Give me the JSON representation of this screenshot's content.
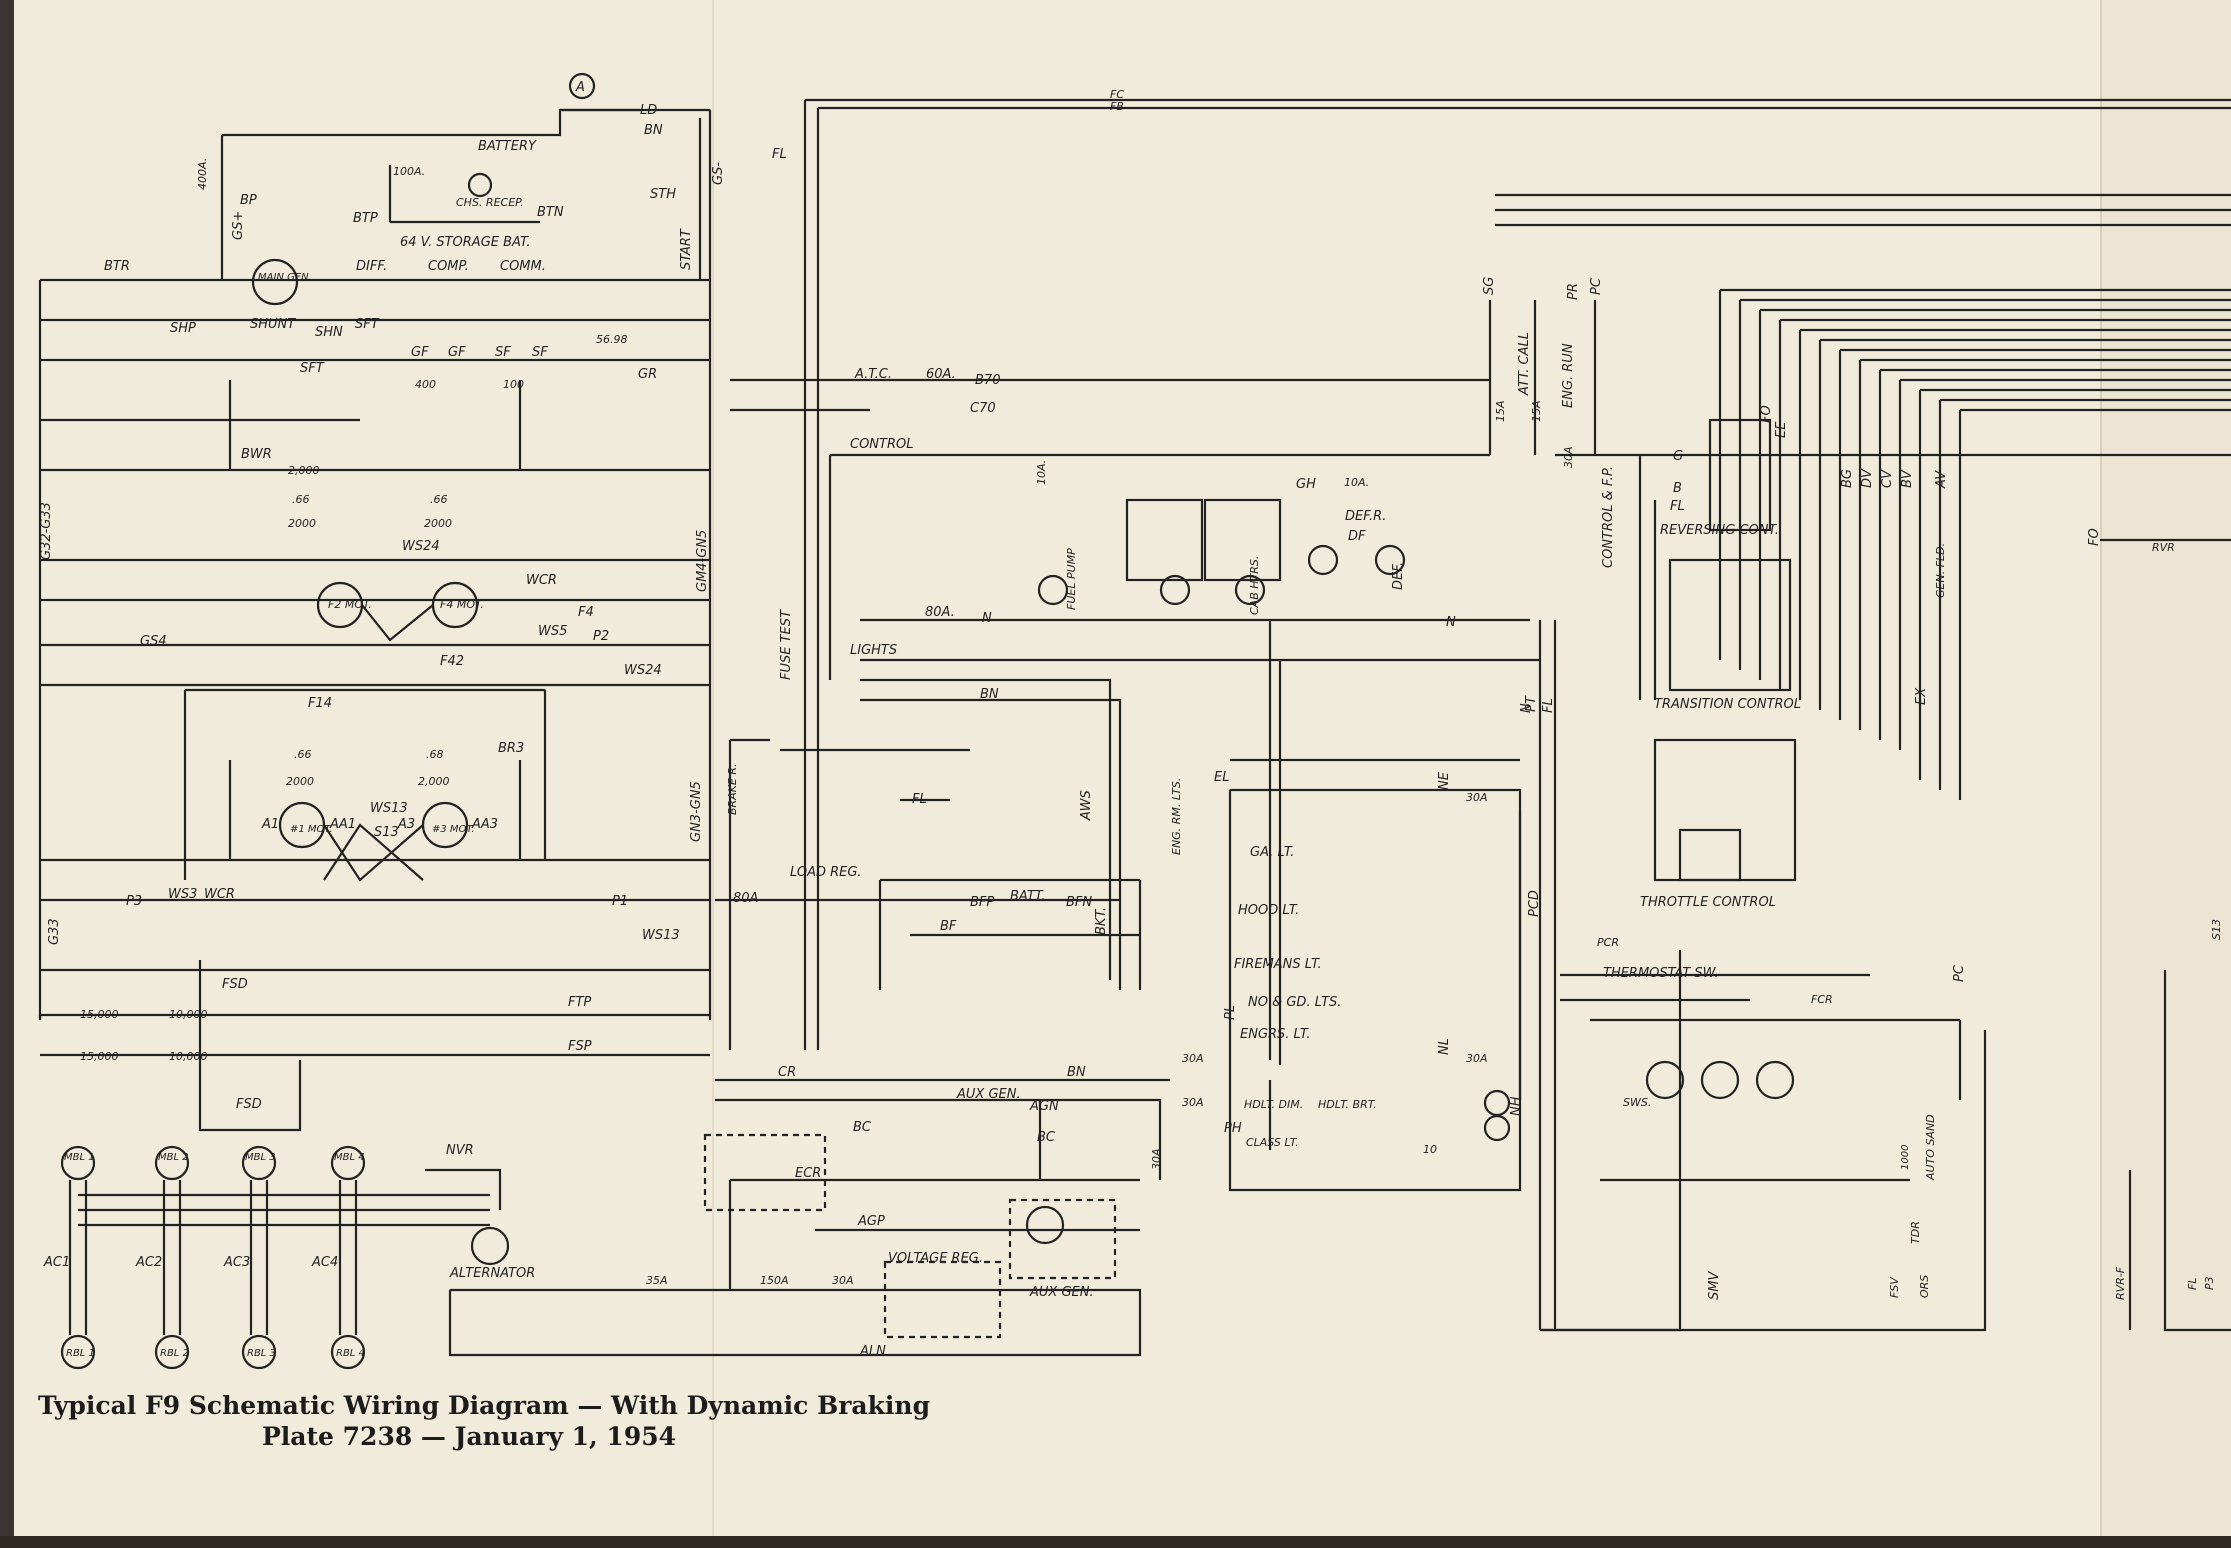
{
  "caption": {
    "title": "Typical F9 Schematic Wiring Diagram — With Dynamic Braking",
    "plate": "Plate 7238  —  January 1, 1954"
  },
  "labels": {
    "ammeter": "A",
    "ld": "LD",
    "bn_top": "BN",
    "battery": "BATTERY",
    "ehs_recep": "CHS. RECEP.",
    "btn": "BTN",
    "btp": "BTP",
    "storage_bat": "64 V. STORAGE BAT.",
    "r100a": "100A.",
    "r400a": "400A.",
    "bp": "BP",
    "gs_plus": "GS+",
    "sth": "STH",
    "start": "START",
    "gs_minus": "GS-",
    "btr": "BTR",
    "main_gen": "MAIN GEN.",
    "diff": "DIFF.",
    "comp": "COMP.",
    "comm": "COMM.",
    "shunt": "SHUNT",
    "shp": "SHP",
    "shn": "SHN",
    "sft_a": "SFT",
    "sft_b": "SFT",
    "gf1": "GF",
    "gf2": "GF",
    "sf1": "SF",
    "sf2": "SF",
    "r5698": "56.98",
    "r400": "400",
    "r100": "100",
    "gr": "GR",
    "bwr": "BWR",
    "r2000a": "2,000",
    "r66a": ".66",
    "r66b": ".66",
    "r2000b": "2000",
    "r2000c": "2000",
    "ws24": "WS24",
    "f2mot": "F2 MOT.",
    "f4mot": "F4 MOT.",
    "wcr": "WCR",
    "ws5": "WS5",
    "f4": "F4",
    "p2": "P2",
    "ws24b": "WS24",
    "gs4": "GS4",
    "f42": "F42",
    "gm4gn5": "GM4-GN5",
    "g32g33": "G32-G33",
    "f14": "F14",
    "r66c": ".66",
    "r66d": ".68",
    "br3": "BR3",
    "r2000d": "2000",
    "r2000e": "2,000",
    "ws13": "WS13",
    "s13": "S13",
    "mot1": "#1 MOT.",
    "mot3": "#3 MOT.",
    "a1": "A1",
    "aa1": "AA1",
    "a3": "A3",
    "aa3": "AA3",
    "ws3": "WS3",
    "wcr2": "WCR",
    "p3": "P3",
    "p1": "P1",
    "ws13b": "WS13",
    "gn3gn5": "GN3-GN5",
    "g33": "G33",
    "fsd": "FSD",
    "r15000a": "15,000",
    "r10000a": "10,000",
    "r15000b": "15,000",
    "r10000b": "10,000",
    "ftp": "FTP",
    "fsp": "FSP",
    "fsd2": "FSD",
    "mbl1": "MBL 1",
    "mbl2": "MBL 2",
    "mbl3": "MBL 3",
    "mbl4": "MBL 4",
    "rbl1": "RBL 1",
    "rbl2": "RBL 2",
    "rbl3": "RBL 3",
    "rbl4": "RBL 4",
    "ac1": "AC1",
    "ac2": "AC2",
    "ac3": "AC3",
    "ac4": "AC4",
    "nvr": "NVR",
    "alternator": "ALTERNATOR",
    "r35a": "35A",
    "r150a": "150A",
    "r30a_b": "30A",
    "agp": "AGP",
    "aln": "ALN",
    "voltage_reg": "VOLTAGE REG.",
    "aux_gen": "AUX GEN.",
    "fl_top": "FL",
    "fc": "FC",
    "fb": "FB",
    "atc": "A.T.C.",
    "r60a": "60A.",
    "b70": "B70",
    "c70": "C70",
    "control": "CONTROL",
    "fuse_test": "FUSE TEST",
    "lights": "LIGHTS",
    "bn_mid": "BN",
    "r80a": "80A.",
    "n1": "N",
    "n2": "N",
    "fuel_pump": "FUEL PUMP",
    "cab_htrs": "CAB HTRS.",
    "def_r": "DEF.R.",
    "def": "DEF.",
    "df": "DF",
    "r10a_a": "10A.",
    "r10a_b": "10A.",
    "gh": "GH",
    "brake_r": "BRAKE R.",
    "load_reg": "LOAD REG.",
    "aws": "AWS",
    "batt": "BATT.",
    "bfp": "BFP",
    "bfn": "BFN",
    "bf": "BF",
    "bkt": "BKT.",
    "r80a_b": "80A",
    "fl_mid": "FL",
    "cr": "CR",
    "bn_low": "BN",
    "aux_gen_sw": "AUX GEN.",
    "agn": "AGN",
    "bc": "BC",
    "bc2": "BC",
    "ecr": "ECR",
    "r30a_c": "30A",
    "eng_rm_lts": "ENG. RM. LTS.",
    "el": "EL",
    "ne": "NE",
    "r30a_d": "30A",
    "ga_lt": "GA. LT.",
    "hood_lt": "HOOD LT.",
    "firemans_lt": "FIREMANS LT.",
    "no_gd_lts": "NO & GD. LTS.",
    "engrs_lt": "ENGRS. LT.",
    "pl": "PL",
    "nl": "NL",
    "r30a_e": "30A",
    "r30a_f": "30A",
    "ph": "PH",
    "hdlt_dim": "HDLT. DIM.",
    "hdlt_brt": "HDLT. BRT.",
    "class_lt": "CLASS LT.",
    "nh": "NH",
    "r30a_g": "30A",
    "r10": "10",
    "sg": "SG",
    "att_call": "ATT. CALL",
    "eng_run": "ENG. RUN",
    "pr": "PR",
    "pc": "PC",
    "r15a_a": "15A",
    "r15a_b": "15A",
    "r30a_h": "30A",
    "control_fp": "CONTROL & F.P.",
    "reversing_cont": "REVERSING CONT.",
    "g": "G",
    "b": "B",
    "fl_rev": "FL",
    "transition_control": "TRANSITION CONTROL",
    "throttle_control": "THROTTLE CONTROL",
    "pt": "PT",
    "fl_r": "FL",
    "n_r": "N",
    "ex": "EX",
    "gen_fld": "GEN. FLD.",
    "av": "AV",
    "bv": "BV",
    "cv": "CV",
    "dv": "DV",
    "bg": "BG",
    "fo": "FO",
    "ee": "EE",
    "pcd": "PCD",
    "pcr": "PCR",
    "thermostat_sw": "THERMOSTAT SW.",
    "fcr": "FCR",
    "sws": "SWS.",
    "smv": "SMV",
    "auto_sand": "AUTO SAND",
    "r1000": "1000",
    "tdr": "TDR",
    "fsv": "FSV",
    "ors": "ORS",
    "rvr": "RVR",
    "rvrf": "RVR-F",
    "fl_b": "FL",
    "p3_r": "P3",
    "pc_r": "PC",
    "fo_r": "FO",
    "sc3": "S13"
  },
  "colors": {
    "paper": "#f1ebdc",
    "ink": "#222222",
    "spine": "#3a3530"
  }
}
